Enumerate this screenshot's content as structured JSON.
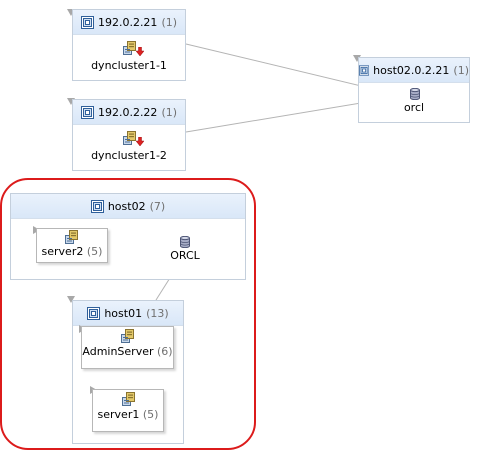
{
  "nodes": {
    "ip1": {
      "name": "192.0.2.21",
      "count": "(1)",
      "server": "dyncluster1-1"
    },
    "ip2": {
      "name": "192.0.2.22",
      "count": "(1)",
      "server": "dyncluster1-2"
    },
    "host02ip": {
      "name": "host02.0.2.21",
      "count": "(1)",
      "db": "orcl"
    },
    "host02": {
      "name": "host02",
      "count": "(7)",
      "server": "server2",
      "server_count": "(5)",
      "db": "ORCL"
    },
    "host01": {
      "name": "host01",
      "count": "(13)",
      "servers": [
        {
          "name": "AdminServer",
          "count": "(6)"
        },
        {
          "name": "server1",
          "count": "(5)"
        }
      ]
    }
  },
  "colors": {
    "highlight": "#dc1b1b",
    "edge": "#b4b4b4",
    "header": "#dde9f8",
    "status_down": "#dd2222"
  }
}
